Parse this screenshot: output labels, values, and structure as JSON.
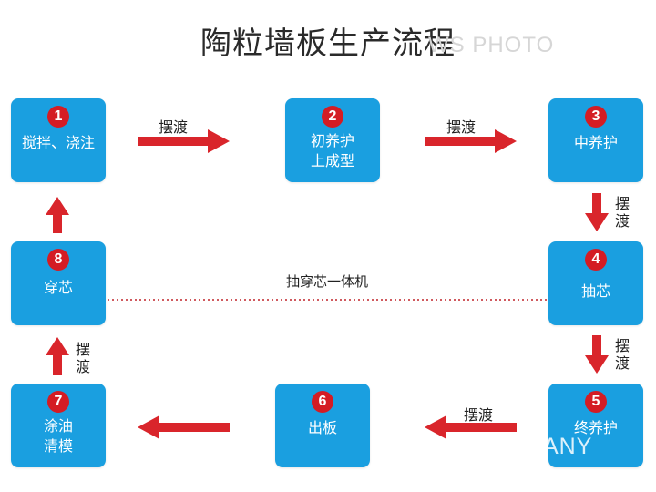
{
  "title": "陶粒墙板生产流程",
  "watermarks": {
    "top": "WS PHOTO",
    "bottom": "MANA COMPANY"
  },
  "colors": {
    "box": "#1a9fe0",
    "badge": "#d41c24",
    "arrow": "#d9252b",
    "dotted": "#c0242a"
  },
  "steps": [
    {
      "num": "1",
      "lines": [
        "搅拌、浇注"
      ]
    },
    {
      "num": "2",
      "lines": [
        "初养护",
        "上成型"
      ]
    },
    {
      "num": "3",
      "lines": [
        "中养护"
      ]
    },
    {
      "num": "4",
      "lines": [
        "抽芯"
      ]
    },
    {
      "num": "5",
      "lines": [
        "终养护"
      ]
    },
    {
      "num": "6",
      "lines": [
        "出板"
      ]
    },
    {
      "num": "7",
      "lines": [
        "涂油",
        "清模"
      ]
    },
    {
      "num": "8",
      "lines": [
        "穿芯"
      ]
    }
  ],
  "transfer_label": "摆渡",
  "machine_label": "抽穿芯一体机"
}
